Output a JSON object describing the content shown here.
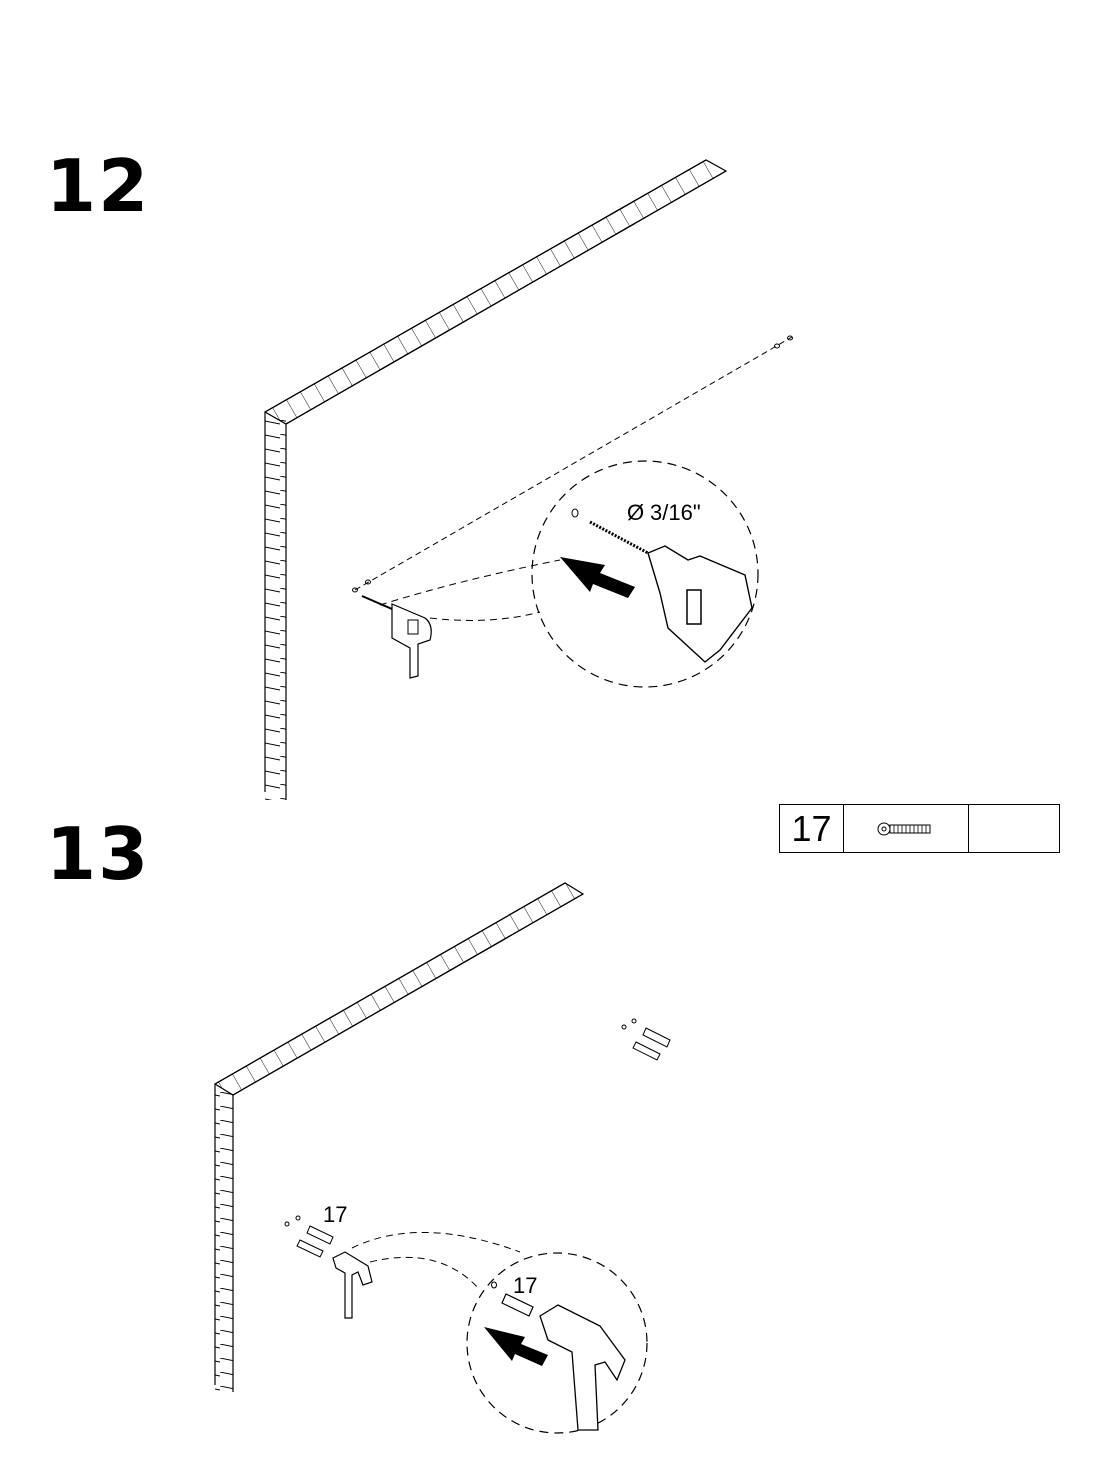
{
  "steps": [
    {
      "number": "12",
      "drill_size": "3/16\"",
      "drill_symbol": "Ø"
    },
    {
      "number": "13",
      "callout_label": "17",
      "callout_label_zoom": "17"
    }
  ],
  "parts_table": {
    "part_number": "17",
    "part_icon": "wall-anchor-icon",
    "quantity": ""
  }
}
